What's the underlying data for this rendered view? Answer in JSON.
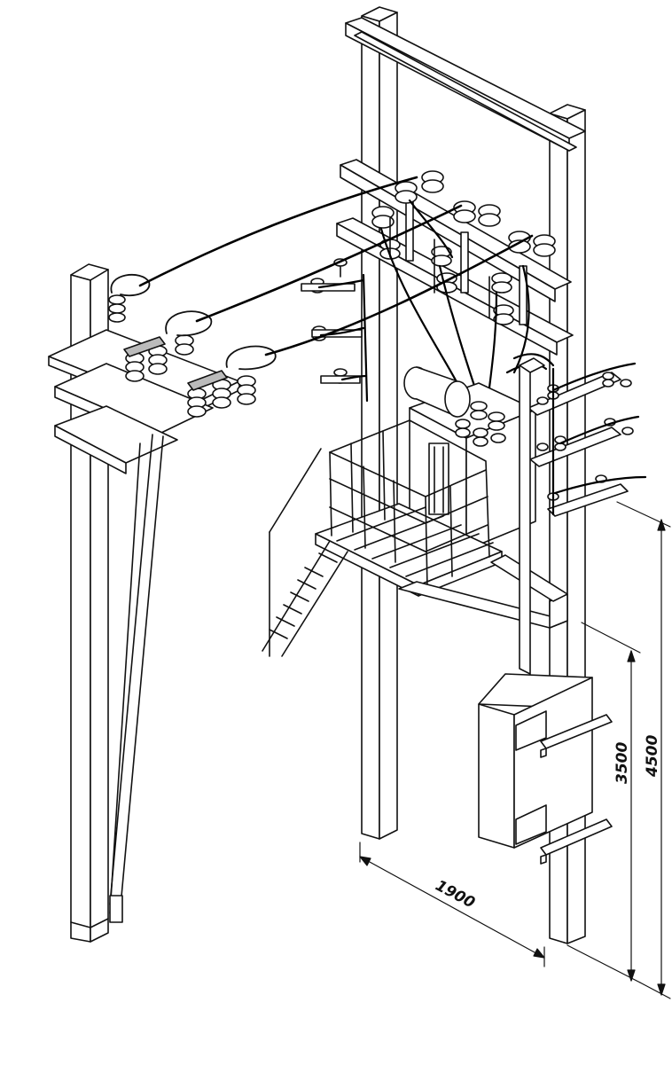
{
  "dimensions": {
    "width": "1900",
    "height_low": "3500",
    "height_high": "4500"
  },
  "colors": {
    "ink": "#111111",
    "paper": "#ffffff",
    "cable": "#000000"
  }
}
